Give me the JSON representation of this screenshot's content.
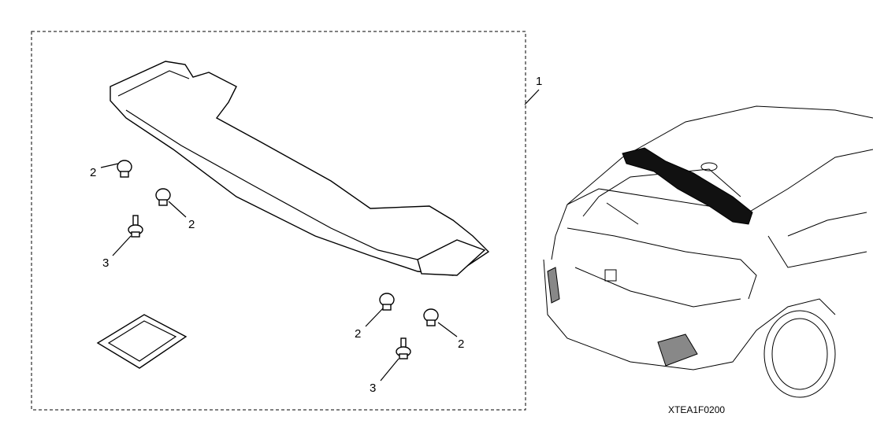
{
  "diagram": {
    "callouts": [
      {
        "id": "spoiler",
        "number": "1"
      },
      {
        "id": "clip-a",
        "number": "2"
      },
      {
        "id": "clip-b",
        "number": "2"
      },
      {
        "id": "screw-a",
        "number": "3"
      },
      {
        "id": "clip-c",
        "number": "2"
      },
      {
        "id": "clip-d",
        "number": "2"
      },
      {
        "id": "screw-b",
        "number": "3"
      }
    ],
    "figure_code": "XTEA1F0200"
  }
}
